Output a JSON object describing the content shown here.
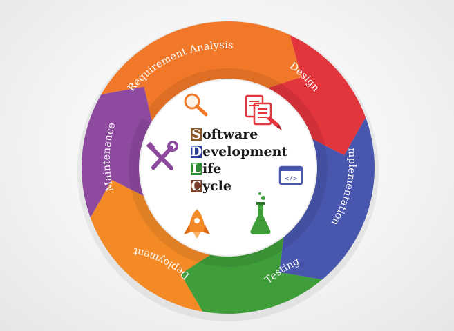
{
  "phases": [
    {
      "label": "Requirement Analysis",
      "color": "#f07828",
      "icon": "magnifier-icon"
    },
    {
      "label": "Design",
      "color": "#e2353c",
      "icon": "documents-icon"
    },
    {
      "label": "Implementation",
      "color": "#4956ad",
      "icon": "code-window-icon"
    },
    {
      "label": "Testing",
      "color": "#3f9d3a",
      "icon": "flask-icon"
    },
    {
      "label": "Deployment",
      "color": "#f48a26",
      "icon": "rocket-icon"
    },
    {
      "label": "Maintenance",
      "color": "#8e4a9f",
      "icon": "tools-icon"
    }
  ],
  "title_lines": [
    {
      "initial": "S",
      "rest": "oftware",
      "color": "#8a5a2b"
    },
    {
      "initial": "D",
      "rest": "evelopment",
      "color": "#2b3d9c"
    },
    {
      "initial": "L",
      "rest": "ife",
      "color": "#2f8a34"
    },
    {
      "initial": "C",
      "rest": "ycle",
      "color": "#7a3f2a"
    }
  ]
}
